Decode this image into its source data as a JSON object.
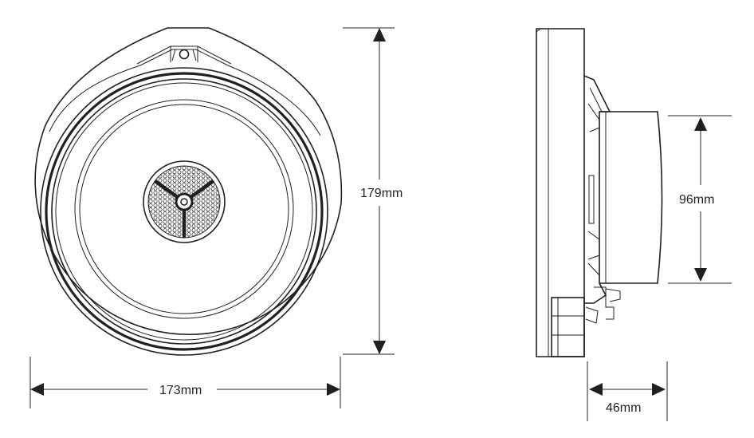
{
  "dimensions": {
    "front_width": "173mm",
    "front_height": "179mm",
    "side_diameter": "96mm",
    "side_depth": "46mm"
  },
  "colors": {
    "line": "#231f20",
    "background": "#ffffff"
  }
}
